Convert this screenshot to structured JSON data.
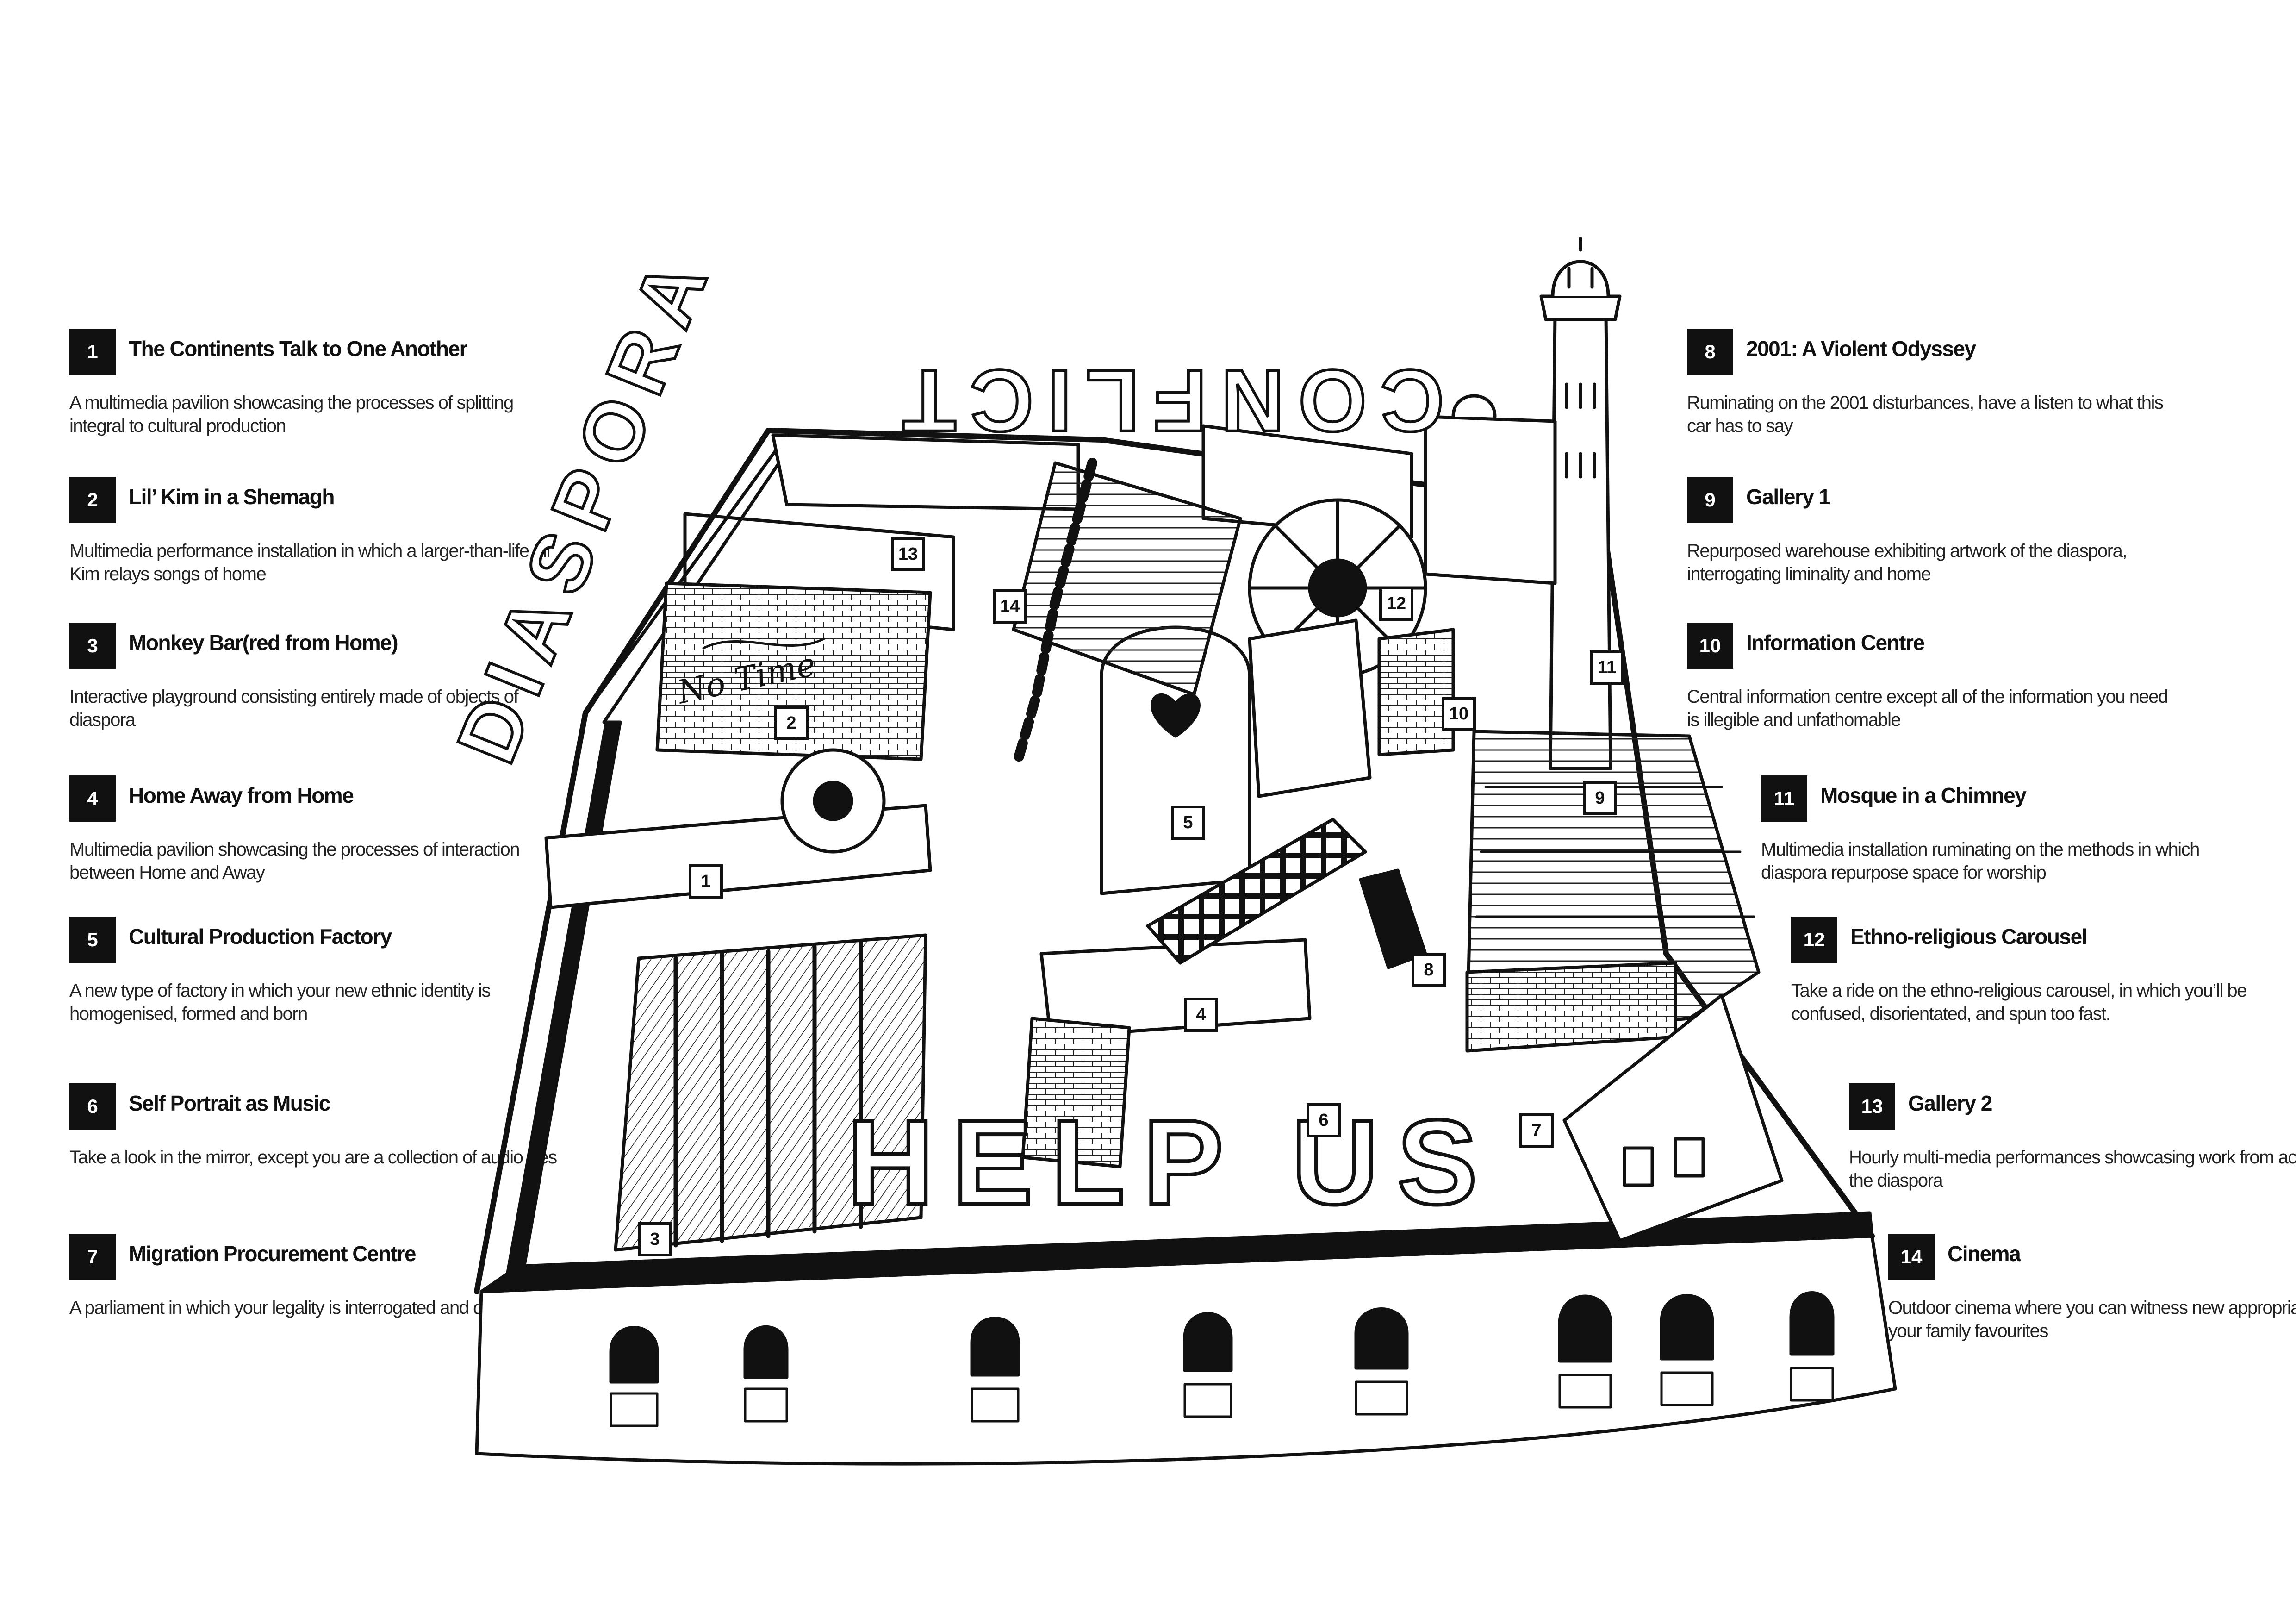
{
  "legend": [
    {
      "num": "1",
      "title": "The Continents Talk to One Another",
      "desc": "A multimedia pavilion showcasing the processes of splitting integral to cultural production"
    },
    {
      "num": "2",
      "title": "Lil’ Kim in a Shemagh",
      "desc": "Multimedia performance installation in which a larger-than-life Lil’ Kim relays songs of home"
    },
    {
      "num": "3",
      "title": "Monkey Bar(red from Home)",
      "desc": "Interactive playground consisting entirely made of objects of diaspora"
    },
    {
      "num": "4",
      "title": "Home Away from Home",
      "desc": "Multimedia pavilion showcasing the processes of interaction between Home and Away"
    },
    {
      "num": "5",
      "title": "Cultural Production Factory",
      "desc": "A new type of factory in which your new ethnic identity is homogenised, formed and born"
    },
    {
      "num": "6",
      "title": "Self Portrait as Music",
      "desc": "Take a look in the mirror, except you are a collection of audio files"
    },
    {
      "num": "7",
      "title": "Migration Procurement Centre",
      "desc": "A parliament in which your legality is interrogated and questioned"
    },
    {
      "num": "8",
      "title": "2001: A Violent Odyssey",
      "desc": "Ruminating on the 2001 disturbances, have a listen to what this car has to say"
    },
    {
      "num": "9",
      "title": "Gallery 1",
      "desc": "Repurposed warehouse exhibiting artwork of the diaspora, interrogating liminality and home"
    },
    {
      "num": "10",
      "title": "Information Centre",
      "desc": "Central information centre except all of the information you need is illegible and unfathomable"
    },
    {
      "num": "11",
      "title": "Mosque in a Chimney",
      "desc": "Multimedia installation ruminating on the methods in which diaspora repurpose space for worship"
    },
    {
      "num": "12",
      "title": "Ethno-religious Carousel",
      "desc": "Take a ride on the ethno-religious carousel, in which you’ll be confused, disorientated, and spun too fast."
    },
    {
      "num": "13",
      "title": "Gallery 2",
      "desc": "Hourly multi-media performances showcasing work from across the diaspora"
    },
    {
      "num": "14",
      "title": "Cinema",
      "desc": "Outdoor cinema where you can witness new appropriations of your family favourites"
    }
  ],
  "illustration": {
    "sign_conflict": "CONFLICT",
    "sign_diaspora": "DIASPORA",
    "sign_help_us": "HELP US",
    "graffiti": "No Time"
  }
}
